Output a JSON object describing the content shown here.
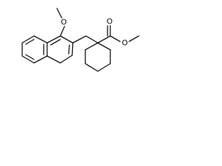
{
  "molecule": {
    "atoms": {
      "methoxy_oxygen": "O",
      "carbonyl_oxygen": "O",
      "ester_oxygen": "O"
    }
  }
}
